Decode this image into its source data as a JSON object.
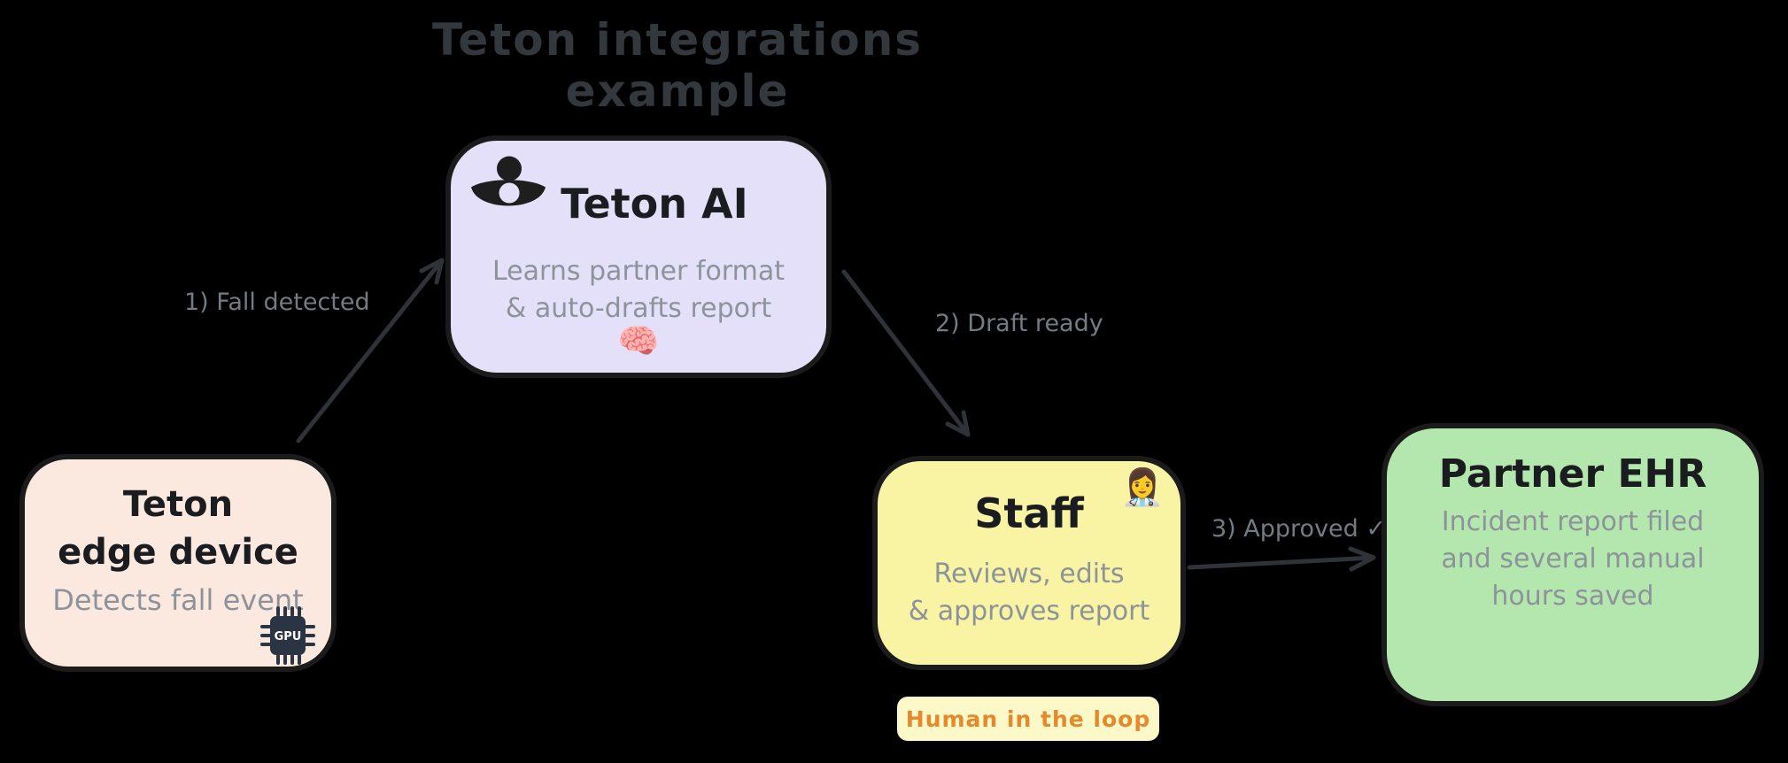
{
  "title": "Teton integrations example",
  "colors": {
    "background": "#000000",
    "node_border": "#1b1b1b",
    "edge_device_fill": "#fbe8de",
    "teton_ai_fill": "#e5e0fa",
    "staff_fill": "#f9f3a4",
    "partner_ehr_fill": "#b4e7ae",
    "badge_fill": "#fcf8c7",
    "badge_text": "#e6892d",
    "node_title_text": "#1b1c20",
    "node_subtitle_text": "#8d939a",
    "arrow_stroke": "#2f3338",
    "arrow_label_text": "#747b82",
    "diagram_title_text": "#33383d",
    "gpu_chip_fill": "#2a3442"
  },
  "nodes": {
    "edge_device": {
      "title_line1": "Teton",
      "title_line2": "edge device",
      "subtitle": "Detects fall event",
      "icon": "gpu-chip-icon",
      "gpu_label": "GPU"
    },
    "teton_ai": {
      "title": "Teton AI",
      "subtitle_line1": "Learns partner format",
      "subtitle_line2": "& auto-drafts report",
      "icon": "teton-logo-icon",
      "emoji": "🧠"
    },
    "staff": {
      "title": "Staff",
      "subtitle_line1": "Reviews, edits",
      "subtitle_line2": "& approves report",
      "emoji": "👩‍⚕️"
    },
    "partner_ehr": {
      "title": "Partner EHR",
      "subtitle_line1": "Incident report filed",
      "subtitle_line2": "and several manual",
      "subtitle_line3": "hours saved"
    }
  },
  "arrows": [
    {
      "label": "1) Fall detected",
      "from": "edge_device",
      "to": "teton_ai"
    },
    {
      "label": "2) Draft ready",
      "from": "teton_ai",
      "to": "staff"
    },
    {
      "label": "3) Approved ✓",
      "from": "staff",
      "to": "partner_ehr"
    }
  ],
  "badge": {
    "label": "Human in the loop"
  }
}
